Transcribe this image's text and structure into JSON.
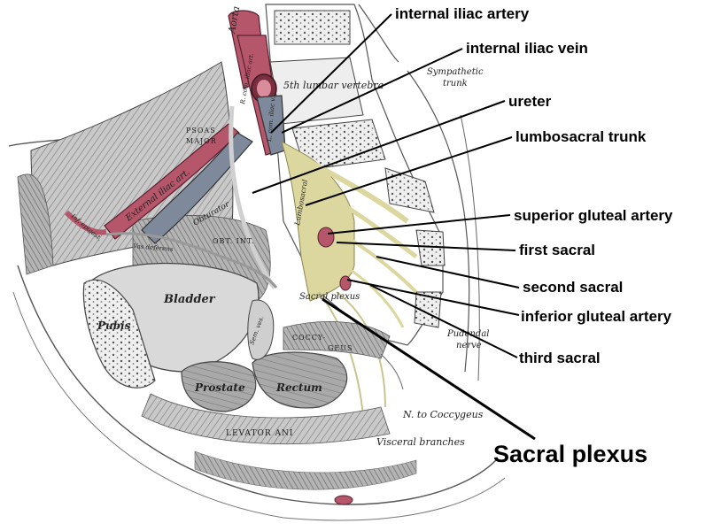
{
  "colors": {
    "artery": "#b5566a",
    "artery_dark": "#7a2f40",
    "vein": "#7e8a9c",
    "nerve": "#dcd79e",
    "bone": "#e9e9e9",
    "tissue": "#bdbdbd",
    "ink": "#111111"
  },
  "callouts": {
    "internal_iliac_artery": "internal iliac artery",
    "internal_iliac_vein": "internal iliac vein",
    "ureter": "ureter",
    "lumbosacral_trunk": "lumbosacral trunk",
    "superior_gluteal_artery": "superior gluteal artery",
    "first_sacral": "first sacral",
    "second_sacral": "second sacral",
    "inferior_gluteal_artery": "inferior gluteal artery",
    "third_sacral": "third sacral",
    "sacral_plexus": "Sacral plexus"
  },
  "engraving": {
    "aorta": "Aorta",
    "lumbar_vertebra": "5th lumbar vertebra",
    "sympathetic_trunk": [
      "Sympathetic",
      "trunk"
    ],
    "psoas_major": [
      "PSOAS",
      "MAJOR"
    ],
    "external_iliac_art": "External iliac art.",
    "obturator": "Obturator",
    "obt_int": "OBT. INT.",
    "bladder": "Bladder",
    "pubis": "Pubis",
    "prostate": "Prostate",
    "rectum": "Rectum",
    "coccygeus": [
      "COCCY-",
      "GEUS"
    ],
    "pudendal_nerve": [
      "Pudendal",
      "nerve"
    ],
    "n_to_coccygeus": "N. to Coccygeus",
    "visceral_branches": "Visceral branches",
    "levator_ani": "LEVATOR ANI",
    "sacral_plexus_engraved": "Sacral plexus",
    "lumbosacral_engraved": "Lumbosacral",
    "r_com_iliac": "R. com. iliac art.",
    "l_com_iliac": "L. com. iliac v.",
    "vas_deferens": "Vas deferens",
    "inferior_epigastric": "Inf. epigast.",
    "seminal_vesicle": "Sem. ves."
  }
}
